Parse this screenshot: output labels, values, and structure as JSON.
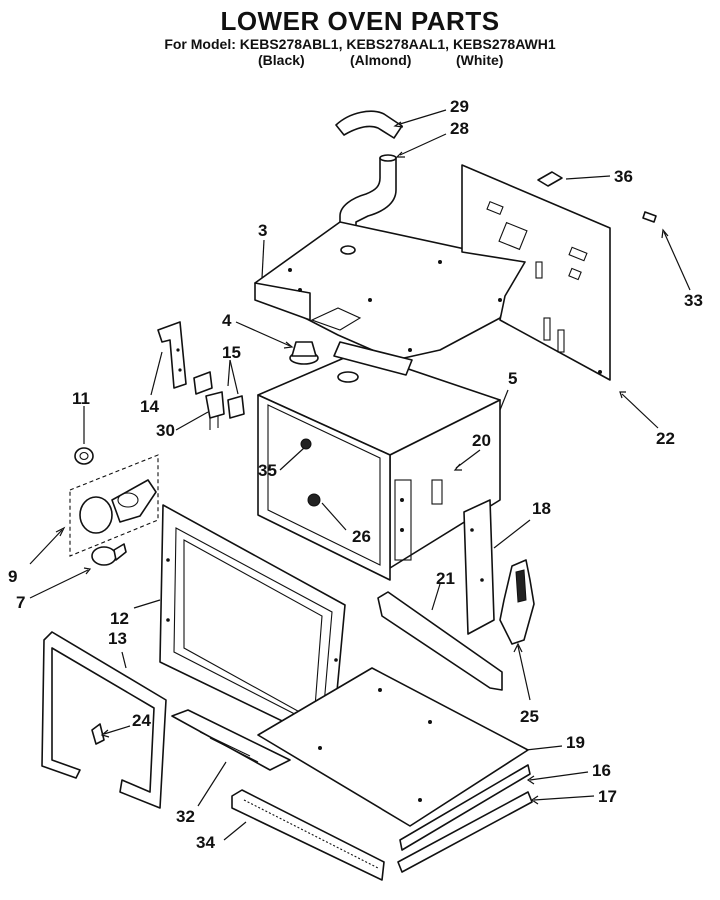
{
  "header": {
    "title": "LOWER OVEN PARTS",
    "subtitle": "For Model: KEBS278ABL1, KEBS278AAL1, KEBS278AWH1",
    "variants": [
      "(Black)",
      "(Almond)",
      "(White)"
    ]
  },
  "callouts": {
    "c3": "3",
    "c4": "4",
    "c5": "5",
    "c7": "7",
    "c9": "9",
    "c11": "11",
    "c12": "12",
    "c13": "13",
    "c14": "14",
    "c15": "15",
    "c16": "16",
    "c17": "17",
    "c18": "18",
    "c19": "19",
    "c20": "20",
    "c21": "21",
    "c22": "22",
    "c24": "24",
    "c25": "25",
    "c26": "26",
    "c28": "28",
    "c29": "29",
    "c30": "30",
    "c32": "32",
    "c33": "33",
    "c34": "34",
    "c35": "35",
    "c36": "36"
  }
}
